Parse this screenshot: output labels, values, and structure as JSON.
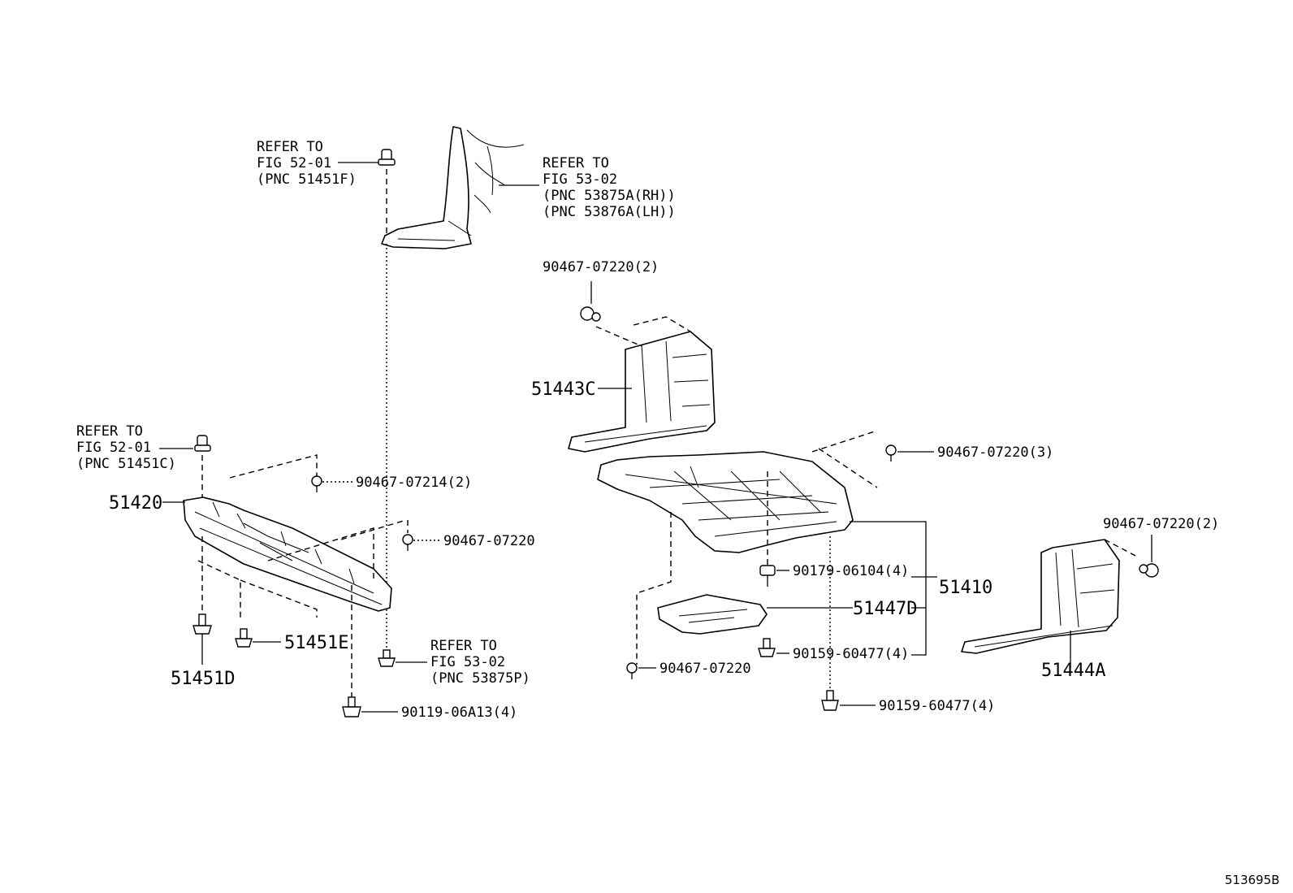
{
  "diagram_code": "513695B",
  "references": {
    "fig52_51451F": [
      "REFER TO",
      "FIG 52-01",
      "(PNC 51451F)"
    ],
    "fig53_53875A": [
      "REFER TO",
      "FIG 53-02",
      "(PNC 53875A(RH))",
      "(PNC 53876A(LH))"
    ],
    "fig52_51451C": [
      "REFER TO",
      "FIG 52-01",
      "(PNC 51451C)"
    ],
    "fig53_53875P": [
      "REFER TO",
      "FIG 53-02",
      "(PNC 53875P)"
    ]
  },
  "parts": {
    "p51420": "51420",
    "p51451E": "51451E",
    "p51451D": "51451D",
    "p51443C": "51443C",
    "p51410": "51410",
    "p51447D": "51447D",
    "p51444A": "51444A"
  },
  "fasteners": {
    "f90467_07214_2": "90467-07214(2)",
    "f90467_07220_left": "90467-07220",
    "f90119_06A13_4": "90119-06A13(4)",
    "f90467_07220_2_top": "90467-07220(2)",
    "f90467_07220_3": "90467-07220(3)",
    "f90467_07220_2_right": "90467-07220(2)",
    "f90179_06104_4": "90179-06104(4)",
    "f90159_60477_4_a": "90159-60477(4)",
    "f90467_07220_bottom": "90467-07220",
    "f90159_60477_4_b": "90159-60477(4)"
  }
}
